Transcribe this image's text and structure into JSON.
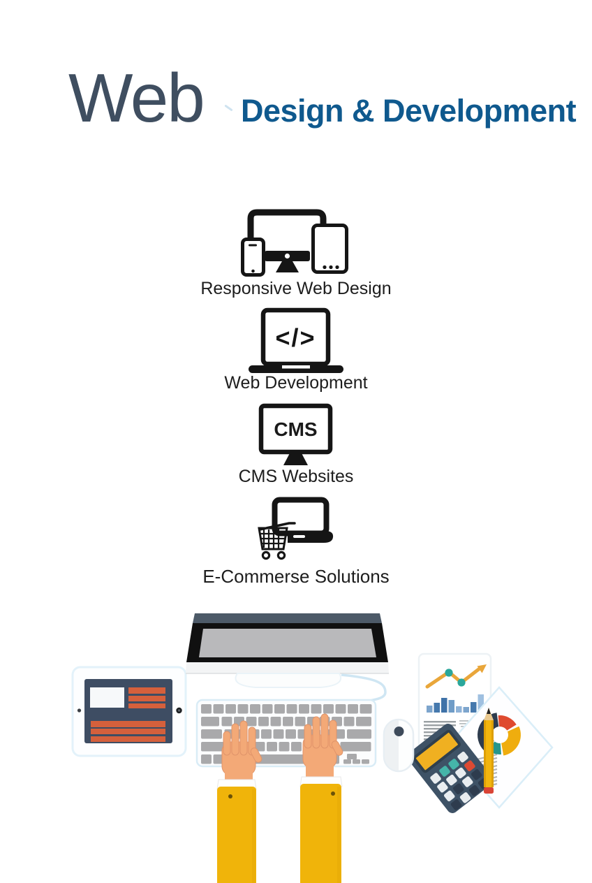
{
  "header": {
    "title_primary": "Web",
    "title_secondary": "Design & Development"
  },
  "services": [
    {
      "label": "Responsive Web Design",
      "icon": "responsive-devices-icon"
    },
    {
      "label": "Web Development",
      "icon": "code-laptop-icon",
      "screen_glyph": "</>"
    },
    {
      "label": "CMS Websites",
      "icon": "cms-monitor-icon",
      "screen_glyph": "CMS"
    },
    {
      "label": "E-Commerse Solutions",
      "icon": "ecommerce-laptop-cart-icon"
    }
  ],
  "illustration": {
    "items": [
      "tablet-wireframe",
      "desktop-monitor",
      "keyboard",
      "typing-hands",
      "mouse",
      "report-paper",
      "line-chart",
      "bar-chart",
      "donut-chart",
      "calculator",
      "pencil",
      "tilted-paper"
    ],
    "colors": {
      "title_primary": "#3f4e60",
      "title_secondary": "#0f598e",
      "icon_black": "#151515",
      "accent_orange": "#d5603c",
      "sleeve_yellow": "#f0b40a",
      "chart_gold": "#e9a63a",
      "accent_teal": "#2aa79b",
      "accent_red": "#dd4a33",
      "accent_navy": "#2e3c4e",
      "bar_blue": "#4679ad",
      "skin": "#f3a977",
      "screen_navy": "#3e4d63"
    }
  }
}
